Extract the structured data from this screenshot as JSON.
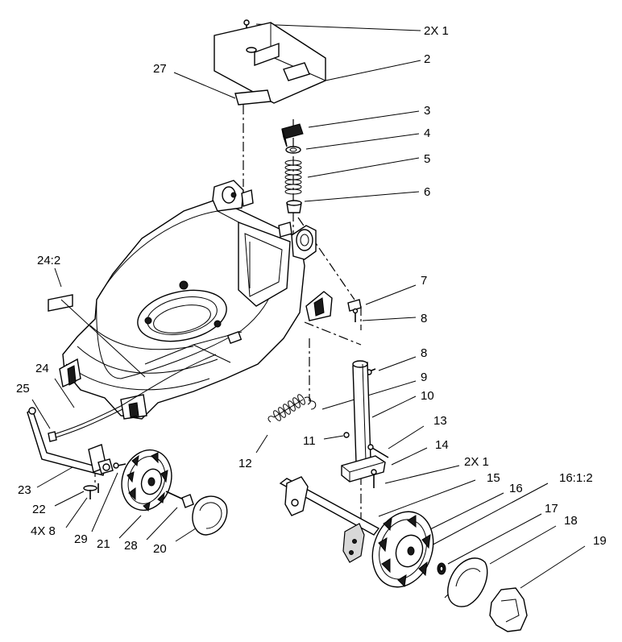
{
  "diagram": {
    "callouts": [
      {
        "id": "c1",
        "text": "2X 1"
      },
      {
        "id": "c2",
        "text": "2"
      },
      {
        "id": "c27",
        "text": "27"
      },
      {
        "id": "c3",
        "text": "3"
      },
      {
        "id": "c4",
        "text": "4"
      },
      {
        "id": "c5",
        "text": "5"
      },
      {
        "id": "c6",
        "text": "6"
      },
      {
        "id": "c24_2",
        "text": "24:2"
      },
      {
        "id": "c7",
        "text": "7"
      },
      {
        "id": "c8a",
        "text": "8"
      },
      {
        "id": "c8b",
        "text": "8"
      },
      {
        "id": "c9",
        "text": "9"
      },
      {
        "id": "c10",
        "text": "10"
      },
      {
        "id": "c24",
        "text": "24"
      },
      {
        "id": "c25",
        "text": "25"
      },
      {
        "id": "c13",
        "text": "13"
      },
      {
        "id": "c11",
        "text": "11"
      },
      {
        "id": "c14",
        "text": "14"
      },
      {
        "id": "c12",
        "text": "12"
      },
      {
        "id": "c1b",
        "text": "2X 1"
      },
      {
        "id": "c15",
        "text": "15"
      },
      {
        "id": "c16",
        "text": "16"
      },
      {
        "id": "c16_1_2",
        "text": "16:1:2"
      },
      {
        "id": "c23",
        "text": "23"
      },
      {
        "id": "c17",
        "text": "17"
      },
      {
        "id": "c18",
        "text": "18"
      },
      {
        "id": "c22",
        "text": "22"
      },
      {
        "id": "c19",
        "text": "19"
      },
      {
        "id": "c4x8",
        "text": "4X 8"
      },
      {
        "id": "c29",
        "text": "29"
      },
      {
        "id": "c21",
        "text": "21"
      },
      {
        "id": "c28",
        "text": "28"
      },
      {
        "id": "c20",
        "text": "20"
      }
    ]
  }
}
